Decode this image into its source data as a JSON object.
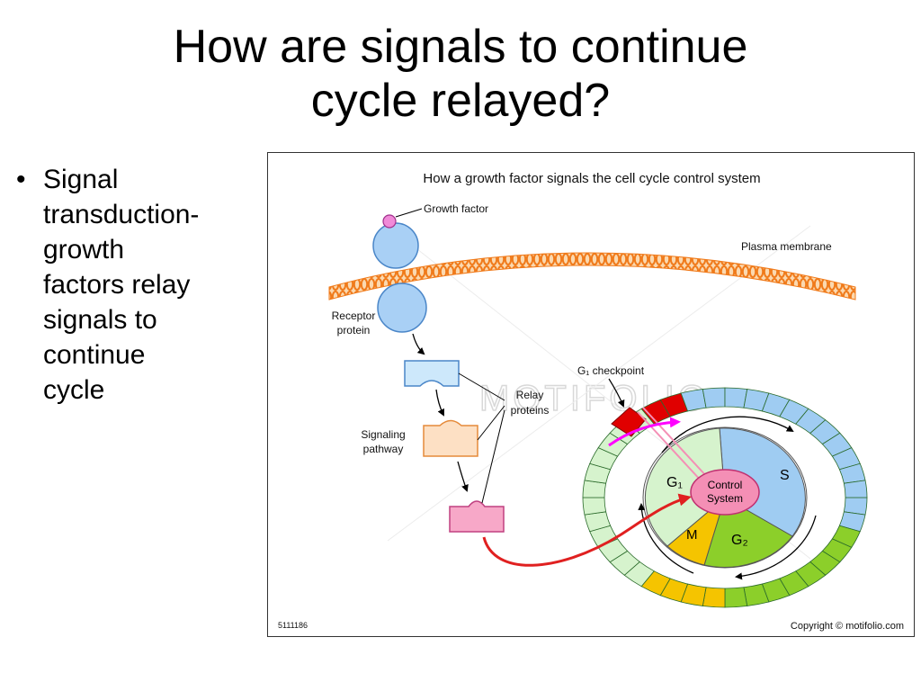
{
  "slide": {
    "title_line1": "How are signals to continue",
    "title_line2": "cycle relayed?",
    "bullet": [
      "Signal",
      "transduction-",
      "growth",
      "factors relay",
      "signals to",
      "continue",
      "cycle"
    ]
  },
  "figure": {
    "title": "How a growth factor signals the cell cycle control system",
    "labels": {
      "growth_factor": "Growth factor",
      "plasma_membrane": "Plasma membrane",
      "receptor_1": "Receptor",
      "receptor_2": "protein",
      "relay_1": "Relay",
      "relay_2": "proteins",
      "signaling_1": "Signaling",
      "signaling_2": "pathway",
      "g1_checkpoint": "G₁ checkpoint",
      "control_1": "Control",
      "control_2": "System",
      "phase_g1": "G₁",
      "phase_s": "S",
      "phase_g2": "G₂",
      "phase_m": "M"
    },
    "footer_id": "5111186",
    "copyright": "Copyright © motifolio.com",
    "watermark": "MOTIFOLIO"
  },
  "colors": {
    "membrane": "#f6a04a",
    "receptor": "#a9d0f5",
    "relay_blue": "#cde8fb",
    "relay_orange": "#fde0c4",
    "relay_pink": "#f7a8c8",
    "g1": "#d6f3cd",
    "s": "#9fccf2",
    "g2": "#8ccf2a",
    "m": "#f5c400",
    "control": "#f48fb5",
    "checkpoint": "#e00000",
    "arrow_red": "#e02020",
    "arrow_magenta": "#ff00ff"
  }
}
